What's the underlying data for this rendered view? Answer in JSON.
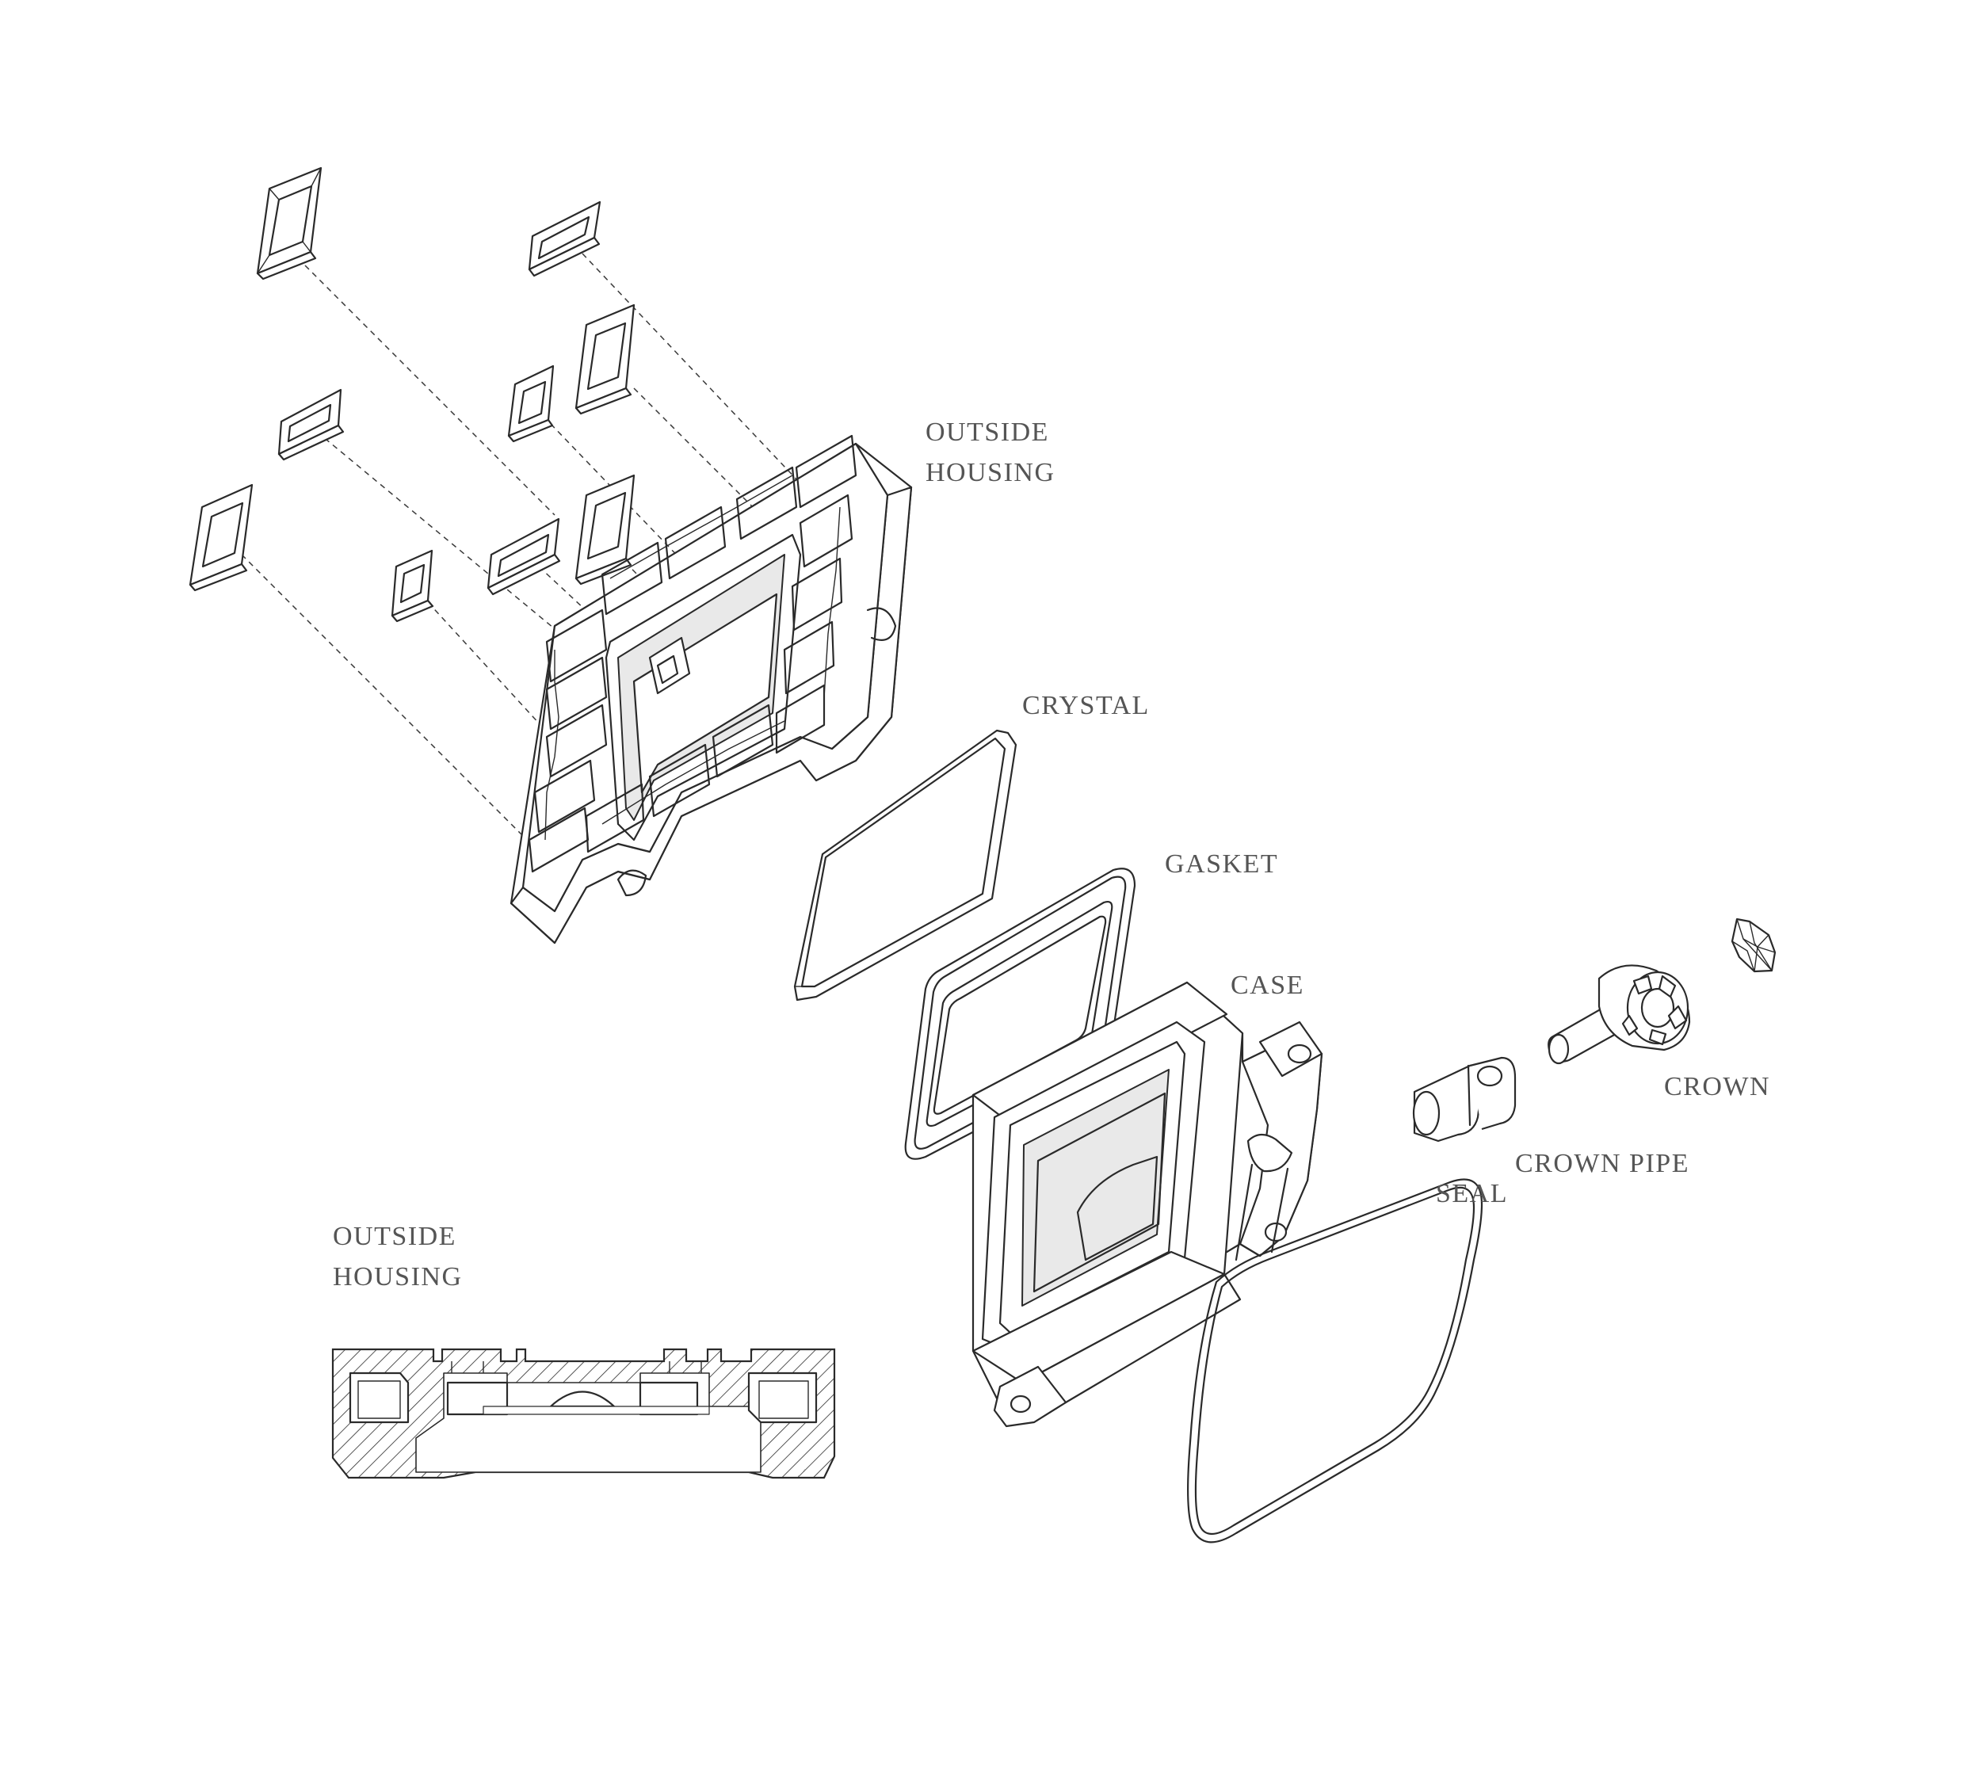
{
  "labels": {
    "outside_housing_top": [
      "OUTSIDE",
      "HOUSING"
    ],
    "crystal": "CRYSTAL",
    "gasket": "GASKET",
    "case": "CASE",
    "crown": "CROWN",
    "crown_pipe": "CROWN PIPE",
    "seal": "SEAL",
    "outside_housing_section": [
      "OUTSIDE",
      "HOUSING"
    ]
  },
  "colors": {
    "line": "#2a2a2a",
    "label": "#555555",
    "background": "#ffffff"
  }
}
